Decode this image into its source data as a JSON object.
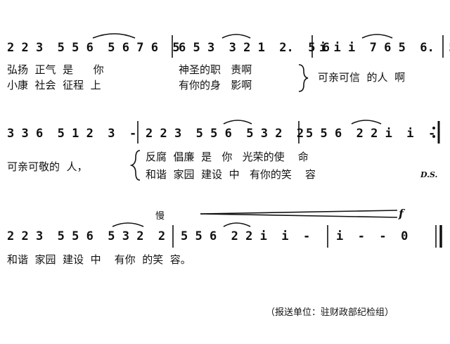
{
  "rows": [
    {
      "measures": [
        "2 2 3  5 5 6  5 6 7 6  5",
        "6 5 3  3 2 1  2.  5 6",
        "i i i  7 6 5  6.  5"
      ],
      "lyrics_a": [
        "弘扬  正气  是      你",
        "神圣的职   责啊"
      ],
      "lyrics_b": [
        "小康  社会  征程  上",
        "有你的身   影啊"
      ],
      "refrain": "可亲可信  的人  啊"
    },
    {
      "measures": [
        "3 3 6  5 1 2  3  -",
        "2 2 3  5 5 6  5 3 2  2",
        "5 5 6  2 2 i  i  -"
      ],
      "lyrics_a": [
        "可亲可敬的  人，",
        "反腐  倡廉  是   你   光荣的使    命"
      ],
      "lyrics_b": [
        "和谐  家园  建设  中   有你的笑    容"
      ],
      "ds": "D.S."
    },
    {
      "measures": [
        "2 2 3  5 5 6  5 3 2  2",
        "5 5 6  2 2 i  i  -",
        "i  -  -  0"
      ],
      "lyrics": "和谐  家园  建设  中    有你  的笑  容。",
      "tempo": "慢",
      "dynamic": "f"
    }
  ],
  "footer": "（报送单位：驻财政部纪检组）"
}
